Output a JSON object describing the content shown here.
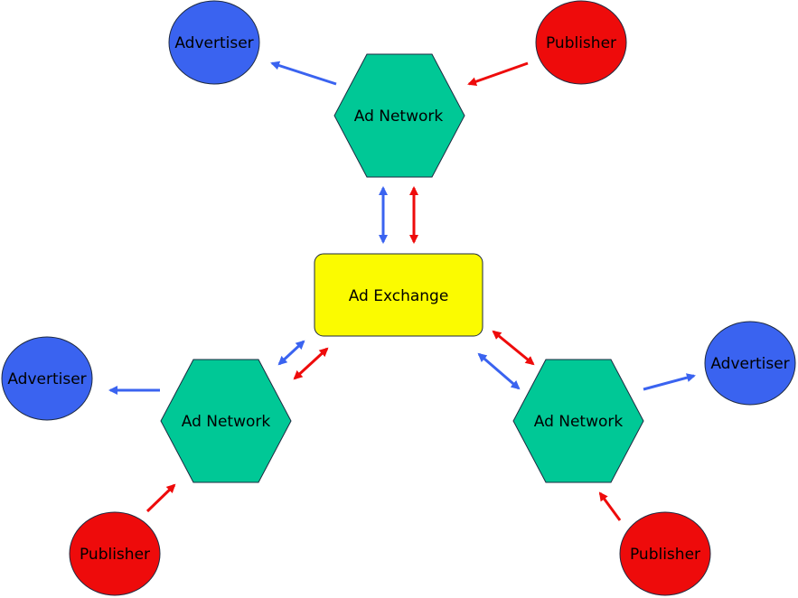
{
  "diagram": {
    "exchange": {
      "label": "Ad Exchange"
    },
    "networks": [
      {
        "label": "Ad Network"
      },
      {
        "label": "Ad Network"
      },
      {
        "label": "Ad Network"
      }
    ],
    "advertisers": [
      {
        "label": "Advertiser"
      },
      {
        "label": "Advertiser"
      },
      {
        "label": "Advertiser"
      }
    ],
    "publishers": [
      {
        "label": "Publisher"
      },
      {
        "label": "Publisher"
      },
      {
        "label": "Publisher"
      }
    ]
  },
  "colors": {
    "advertiser": "#3a63f0",
    "publisher": "#ee0b0b",
    "network": "#00c896",
    "exchange": "#fbfb00",
    "advertiser_arrow": "#3a63f0",
    "publisher_arrow": "#ee0b0b",
    "outline": "#1e2a40"
  }
}
